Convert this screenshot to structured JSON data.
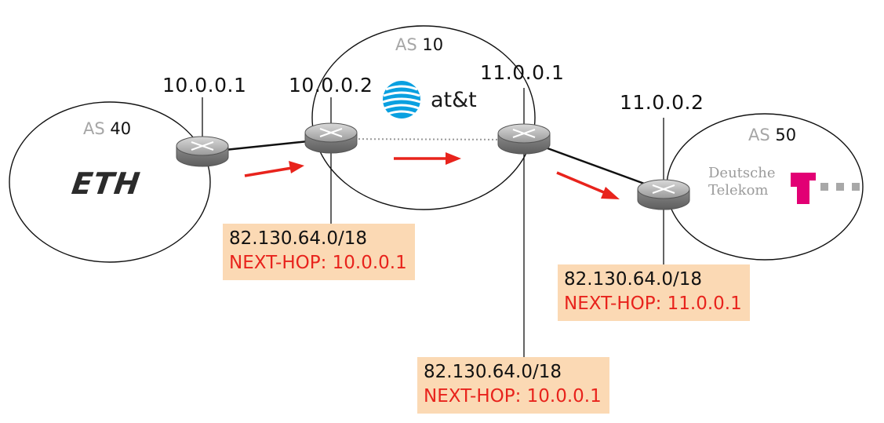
{
  "autonomous_systems": [
    {
      "id": "as40",
      "word": "AS",
      "number": "40",
      "logo_text": "ETH"
    },
    {
      "id": "as10",
      "word": "AS",
      "number": "10",
      "logo_text": "at&t"
    },
    {
      "id": "as50",
      "word": "AS",
      "number": "50",
      "logo_text_lines": [
        "Deutsche",
        "Telekom"
      ]
    }
  ],
  "router_ips": {
    "r1": "10.0.0.1",
    "r2": "10.0.0.2",
    "r3": "11.0.0.1",
    "r4": "11.0.0.2"
  },
  "route_boxes": [
    {
      "id": "box-r2",
      "prefix": "82.130.64.0/18",
      "next_hop": "NEXT-HOP: 10.0.0.1"
    },
    {
      "id": "box-r4",
      "prefix": "82.130.64.0/18",
      "next_hop": "NEXT-HOP: 11.0.0.1"
    },
    {
      "id": "box-r3",
      "prefix": "82.130.64.0/18",
      "next_hop": "NEXT-HOP: 10.0.0.1"
    }
  ],
  "colors": {
    "arrow": "#e8231c",
    "box_fill": "#fbd9b4",
    "next_hop_text": "#e8231c",
    "as_word": "#a6a6a6",
    "att_blue": "#0aa0e0",
    "telekom_magenta": "#e20074"
  }
}
